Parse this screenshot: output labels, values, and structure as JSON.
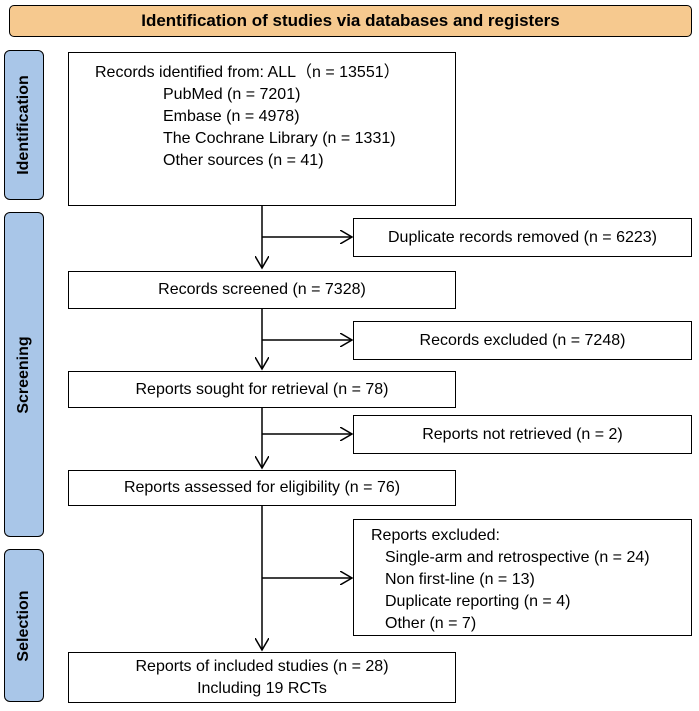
{
  "header": {
    "title": "Identification of studies via databases and registers"
  },
  "phases": {
    "identification": "Identification",
    "screening": "Screening",
    "selection": "Selection"
  },
  "identification": {
    "title": "Records identified from: ALL（n = 13551）",
    "sources": [
      "PubMed (n = 7201)",
      "Embase (n = 4978)",
      "The Cochrane Library (n = 1331)",
      "Other sources (n = 41)"
    ]
  },
  "removed": {
    "duplicates": "Duplicate records removed (n = 6223)"
  },
  "screened": {
    "label": "Records screened (n = 7328)"
  },
  "excluded": {
    "label": "Records excluded (n = 7248)"
  },
  "sought": {
    "label": "Reports sought for retrieval (n = 78)"
  },
  "not_retrieved": {
    "label": "Reports not retrieved (n = 2)"
  },
  "assessed": {
    "label": "Reports assessed for eligibility (n = 76)"
  },
  "reports_excluded": {
    "title": "Reports excluded:",
    "reasons": [
      "Single-arm and retrospective (n = 24)",
      "Non first-line (n = 13)",
      "Duplicate reporting (n = 4)",
      "Other (n = 7)"
    ]
  },
  "included": {
    "line1": "Reports of included studies (n = 28)",
    "line2": "Including 19 RCTs"
  }
}
